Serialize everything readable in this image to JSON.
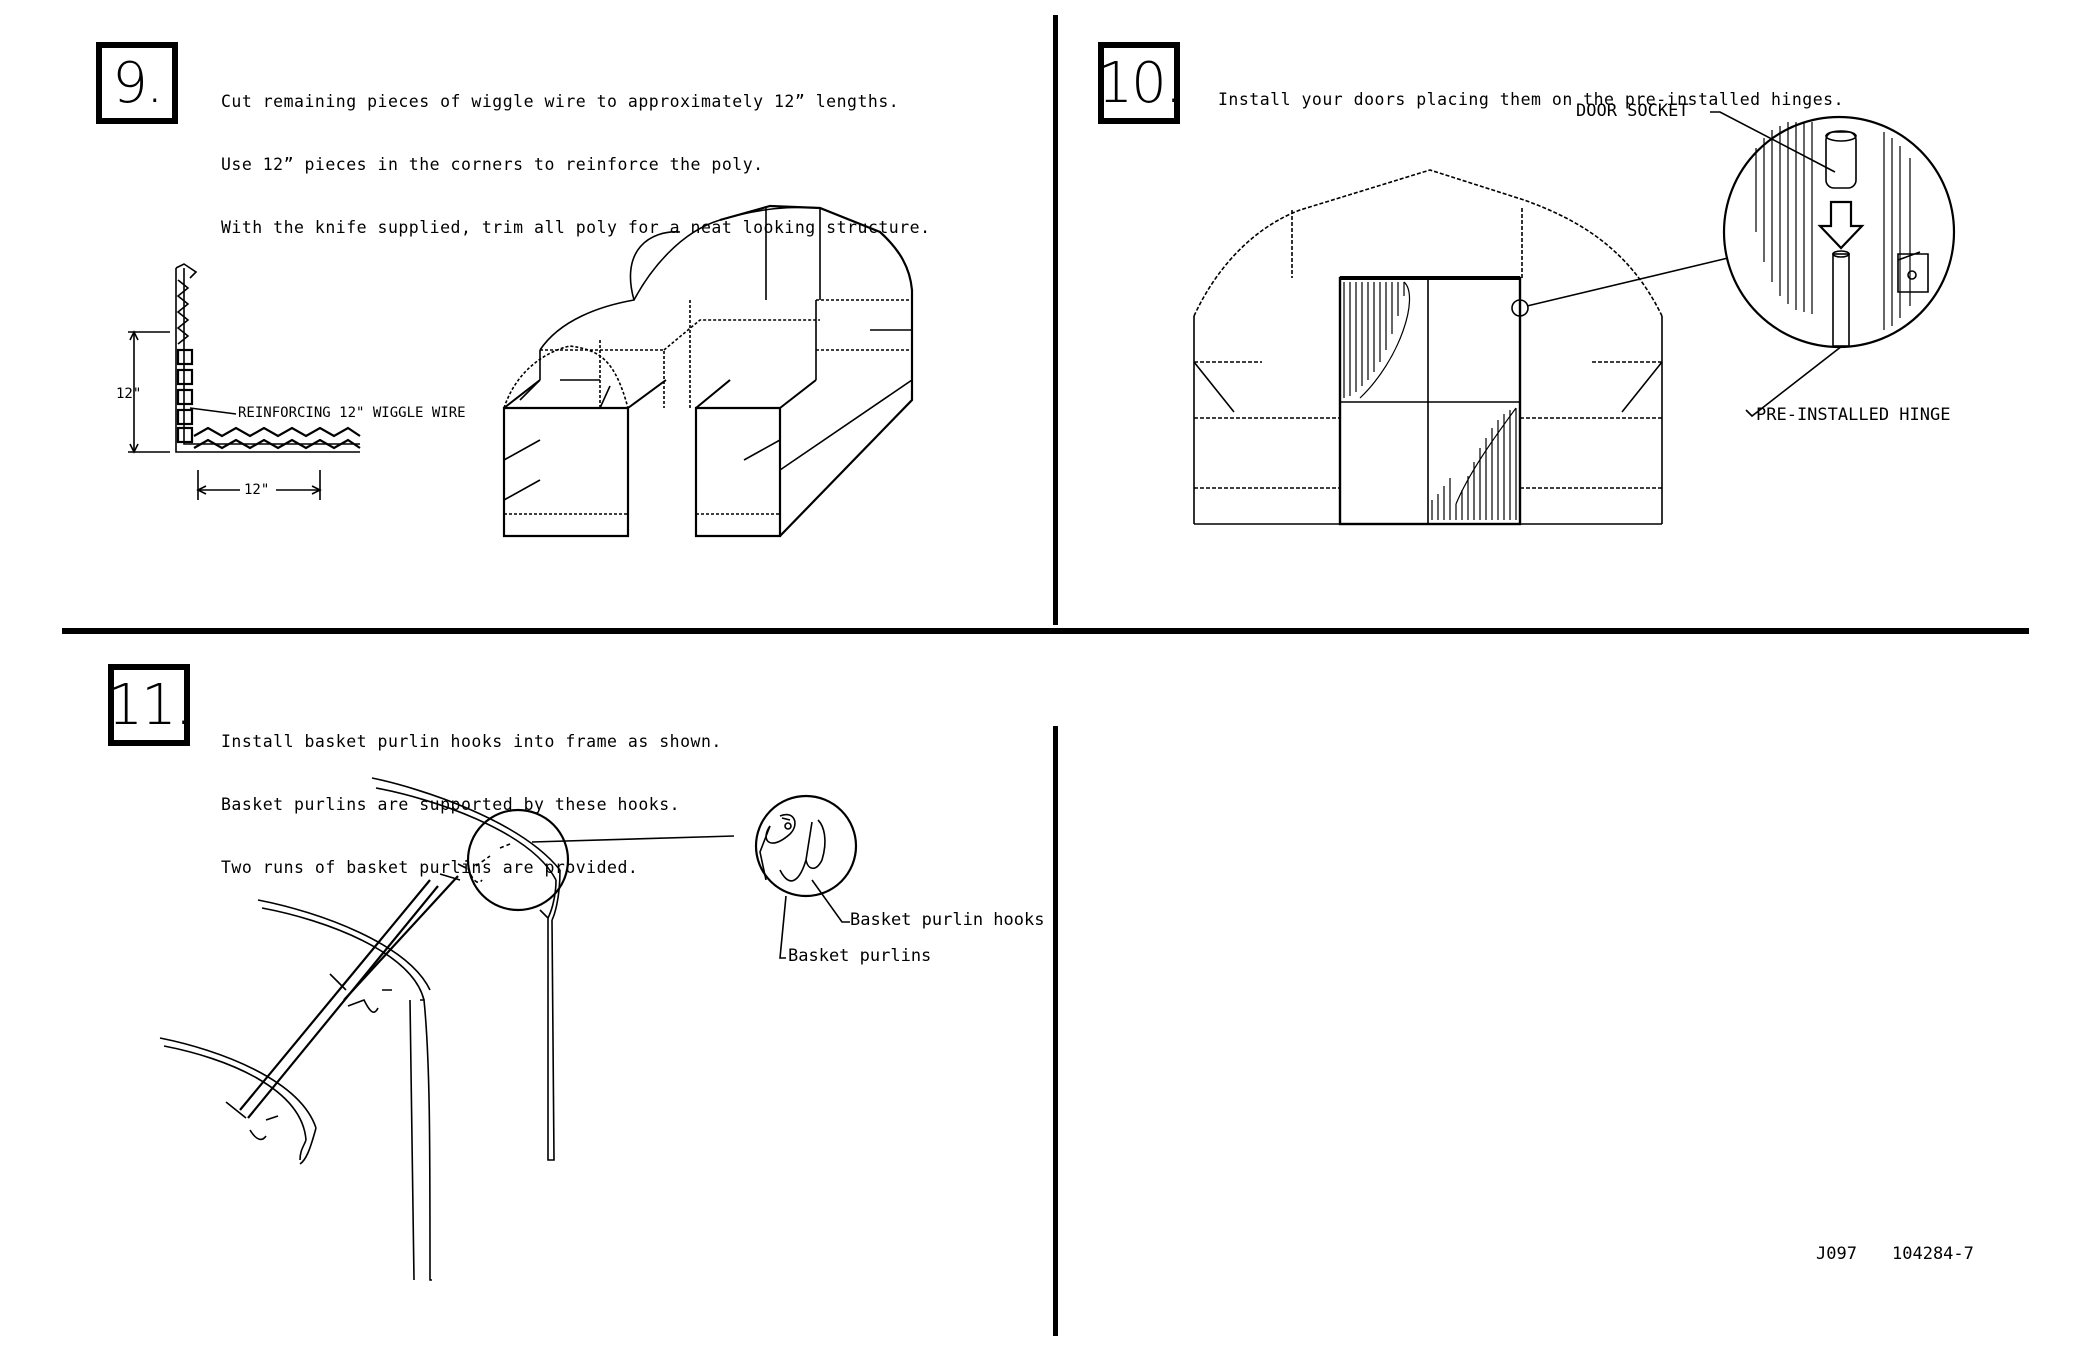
{
  "steps": [
    {
      "number": "9.",
      "lines": [
        "Cut remaining pieces of wiggle wire to approximately 12” lengths.",
        "Use 12” pieces in the corners to reinforce the poly.",
        "With the knife supplied, trim all poly for a neat looking structure."
      ],
      "labels": {
        "height": "12\"",
        "reinforcing": "REINFORCING 12\" WIGGLE WIRE",
        "length": "12\""
      }
    },
    {
      "number": "10.",
      "lines": [
        "Install your doors placing them on the pre-installed hinges."
      ],
      "labels": {
        "door_socket": "DOOR  SOCKET",
        "hinge": "PRE-INSTALLED HINGE"
      }
    },
    {
      "number": "11.",
      "lines": [
        "Install basket purlin hooks into frame as shown.",
        "Basket purlins are supported by these hooks.",
        "Two runs of basket purlins are provided."
      ],
      "labels": {
        "hooks": "Basket purlin hooks",
        "purlins": "Basket purlins"
      }
    }
  ],
  "footer": {
    "code": "J097",
    "part": "104284-7"
  }
}
